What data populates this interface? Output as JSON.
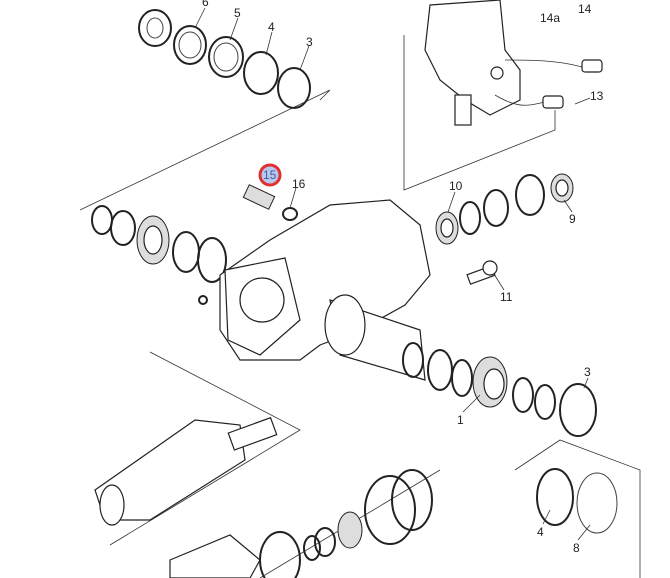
{
  "diagram": {
    "labels": {
      "p6_top": "6",
      "p5_top": "5",
      "p4_top": "4",
      "p3_top": "3",
      "p14a": "14a",
      "p14": "14",
      "p13": "13",
      "p15": "15",
      "p16": "16",
      "p10": "10",
      "p9": "9",
      "p11": "11",
      "p1": "1",
      "p3_right": "3",
      "p4_bottom": "4",
      "p8": "8"
    },
    "highlight_color": "#e03030",
    "highlight_fill": "#b8c8f0"
  }
}
